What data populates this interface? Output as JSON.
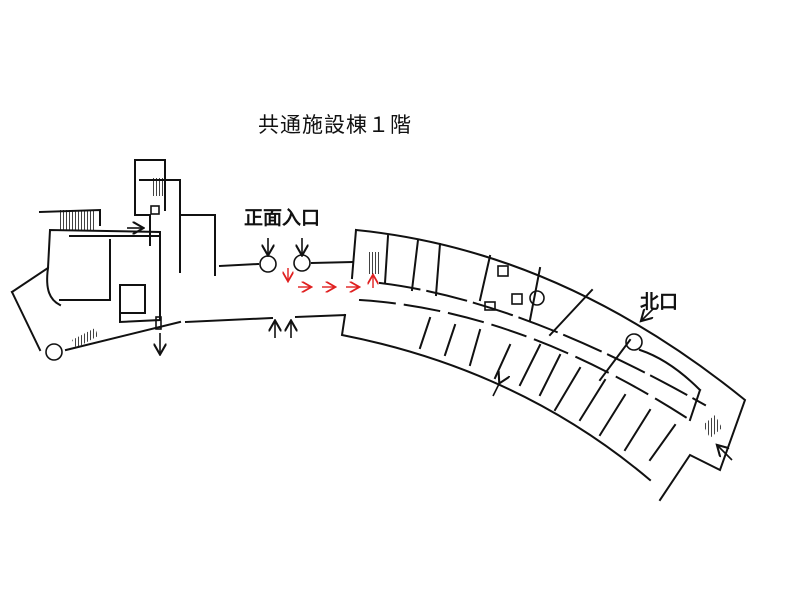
{
  "title": "共通施設棟１階",
  "labels": {
    "main_entrance": "正面入口",
    "north_entrance": "北口"
  },
  "colors": {
    "walls": "#111111",
    "route_arrows": "#e02020"
  }
}
